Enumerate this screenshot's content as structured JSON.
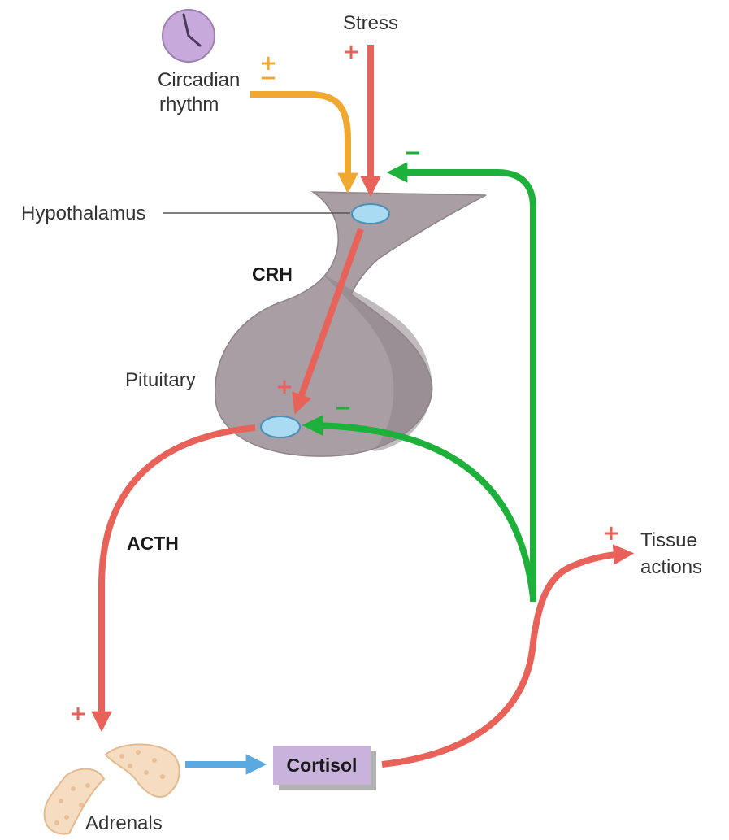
{
  "labels": {
    "stress": "Stress",
    "circadian_line1": "Circadian",
    "circadian_line2": "rhythm",
    "hypothalamus": "Hypothalamus",
    "crh": "CRH",
    "pituitary": "Pituitary",
    "acth": "ACTH",
    "tissue_line1": "Tissue",
    "tissue_line2": "actions",
    "cortisol": "Cortisol",
    "adrenals": "Adrenals"
  },
  "signs": {
    "circadian_plus": "+",
    "circadian_minus": "−",
    "stress_plus": "+",
    "hypothalamus_feedback": "−",
    "pituitary_plus": "+",
    "pituitary_feedback": "−",
    "tissue_plus": "+",
    "adrenals_plus": "+"
  },
  "colors": {
    "stimulus_red": "#e8625a",
    "circadian_orange": "#f0a830",
    "feedback_green": "#1db03a",
    "secretion_blue": "#5aa9e0",
    "gland_grey": "#a99ea3",
    "gland_dark": "#8e8388",
    "cell_fill": "#a9dcf2",
    "cortisol_box": "#c9b3dc",
    "adrenal_fill": "#f6dcc0",
    "clock_fill": "#c7aadb"
  },
  "icons": {
    "clock": "clock-icon",
    "adrenals": "adrenal-glands-icon"
  }
}
